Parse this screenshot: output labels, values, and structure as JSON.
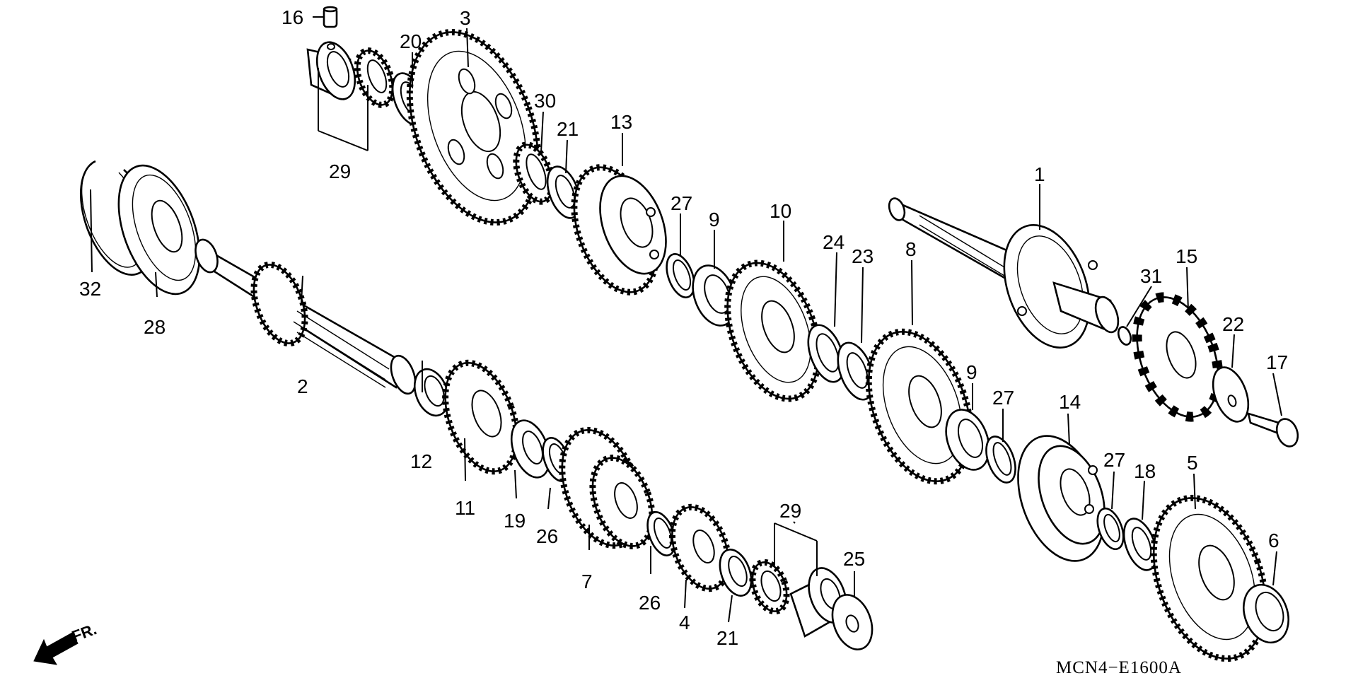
{
  "diagram": {
    "code": "MCN4−E1600A",
    "direction_label": "FR.",
    "labels": {
      "l1": "1",
      "l2": "2",
      "l3": "3",
      "l4": "4",
      "l5": "5",
      "l6": "6",
      "l7": "7",
      "l8": "8",
      "l9a": "9",
      "l9b": "9",
      "l10": "10",
      "l11": "11",
      "l12": "12",
      "l13": "13",
      "l14": "14",
      "l15": "15",
      "l16": "16",
      "l17": "17",
      "l18": "18",
      "l19": "19",
      "l20": "20",
      "l21a": "21",
      "l21b": "21",
      "l22": "22",
      "l23": "23",
      "l24": "24",
      "l25": "25",
      "l26a": "26",
      "l26b": "26",
      "l27a": "27",
      "l27b": "27",
      "l27c": "27",
      "l28": "28",
      "l29a": "29",
      "l29b": "29",
      "l30": "30",
      "l31": "31",
      "l32": "32"
    }
  }
}
